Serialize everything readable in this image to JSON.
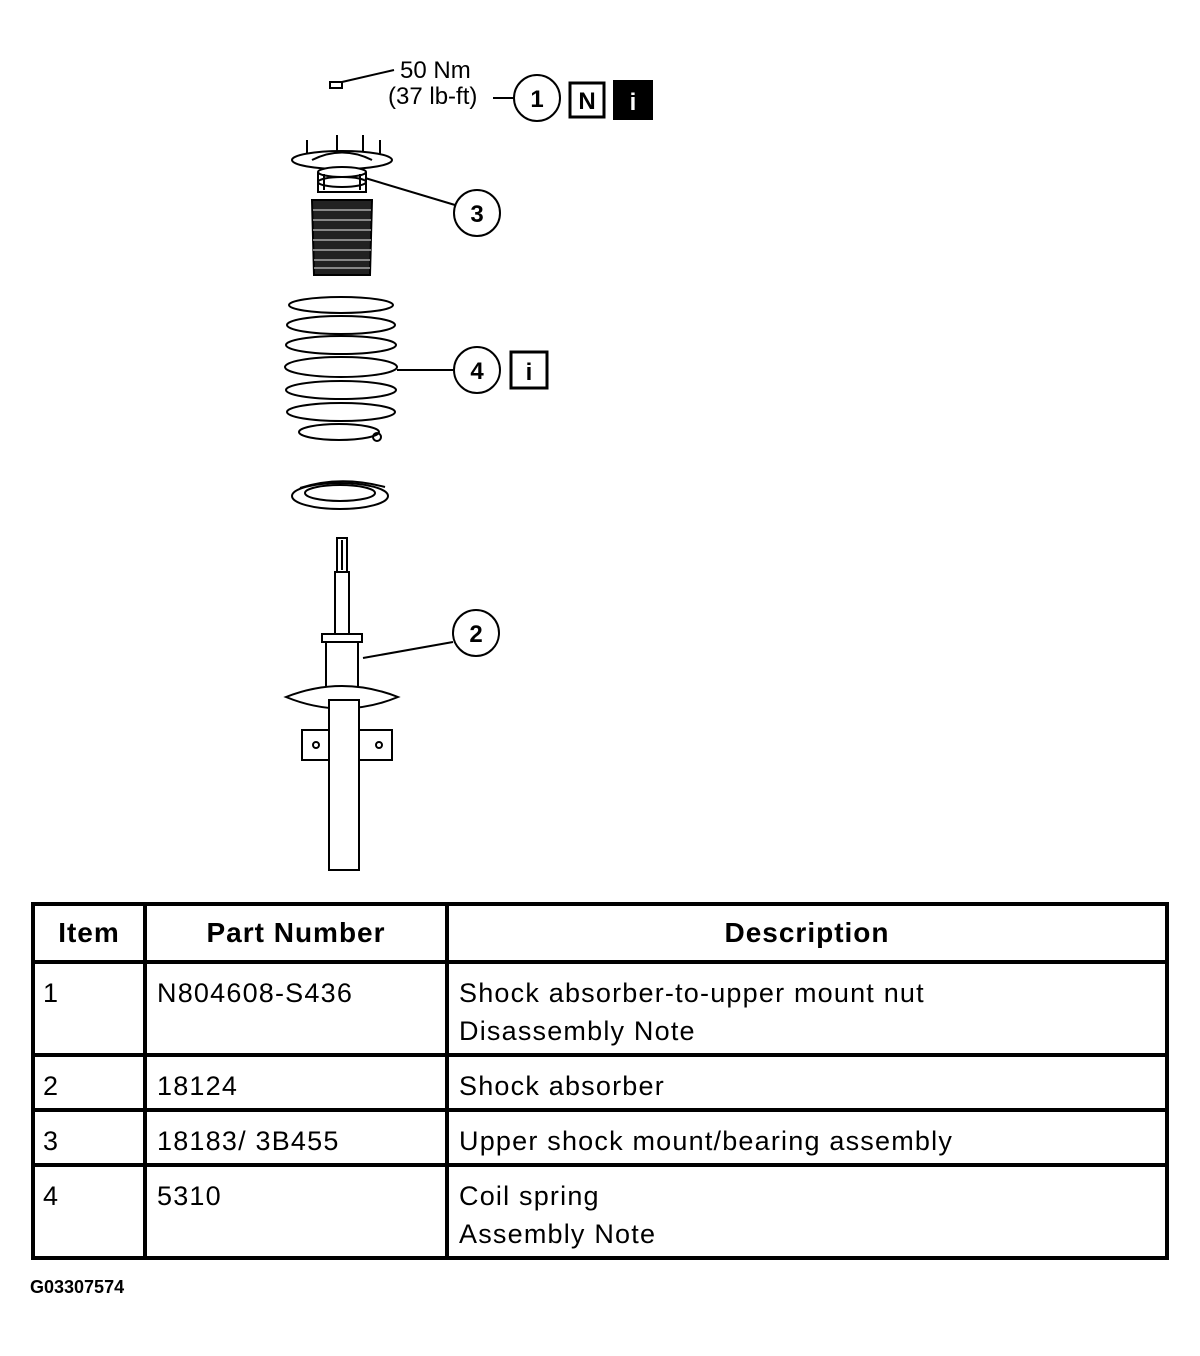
{
  "diagram": {
    "torque": {
      "line1": "50 Nm",
      "line2": "(37 lb-ft)"
    },
    "callouts": [
      {
        "label": "1",
        "badges": [
          "N",
          "i"
        ]
      },
      {
        "label": "2",
        "badges": []
      },
      {
        "label": "3",
        "badges": []
      },
      {
        "label": "4",
        "badges": [
          "i"
        ]
      }
    ]
  },
  "table": {
    "headers": [
      "Item",
      "Part Number",
      "Description"
    ],
    "rows": [
      {
        "item": "1",
        "part": "N804608-S436",
        "desc": [
          "Shock absorber-to-upper mount nut",
          "Disassembly Note"
        ]
      },
      {
        "item": "2",
        "part": "18124",
        "desc": [
          "Shock absorber"
        ]
      },
      {
        "item": "3",
        "part": "18183/ 3B455",
        "desc": [
          "Upper shock mount/bearing assembly"
        ]
      },
      {
        "item": "4",
        "part": "5310",
        "desc": [
          "Coil spring",
          "Assembly Note"
        ]
      }
    ]
  },
  "figure_code": "G03307574"
}
